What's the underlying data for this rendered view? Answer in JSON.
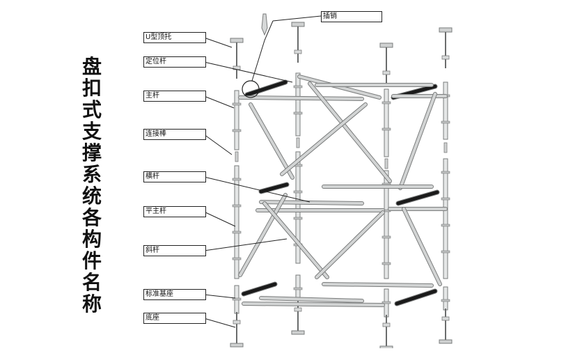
{
  "title": "盘扣式支撑系统各构件名称",
  "labels": [
    {
      "key": "pin",
      "text": "插销"
    },
    {
      "key": "u_jack",
      "text": "U型顶托"
    },
    {
      "key": "positioning_bar",
      "text": "定位杆"
    },
    {
      "key": "main_pole",
      "text": "主杆"
    },
    {
      "key": "connector",
      "text": "连接棒"
    },
    {
      "key": "ledger",
      "text": "横杆"
    },
    {
      "key": "flat_main_pole",
      "text": "平主杆"
    },
    {
      "key": "diagonal",
      "text": "斜杆"
    },
    {
      "key": "standard_base",
      "text": "标准基座"
    },
    {
      "key": "base",
      "text": "底座"
    }
  ],
  "colors": {
    "line": "#222222",
    "pole_fill": "#e4e6e6",
    "pole_stroke": "#7a7c7c",
    "bar_dark": "#1a1a1a",
    "bar_light": "#d2d4d4"
  }
}
